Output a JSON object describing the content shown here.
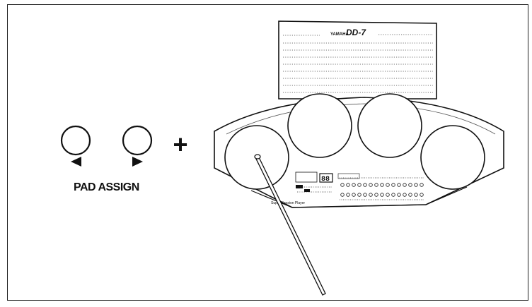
{
  "controls": {
    "pad_assign_label": "PAD ASSIGN",
    "plus_sign": "+"
  },
  "drum_pad": {
    "brand": "YAMAHA",
    "model": "DD-7",
    "display_digits": "88",
    "panel_subtitle": "Super Session Player"
  }
}
